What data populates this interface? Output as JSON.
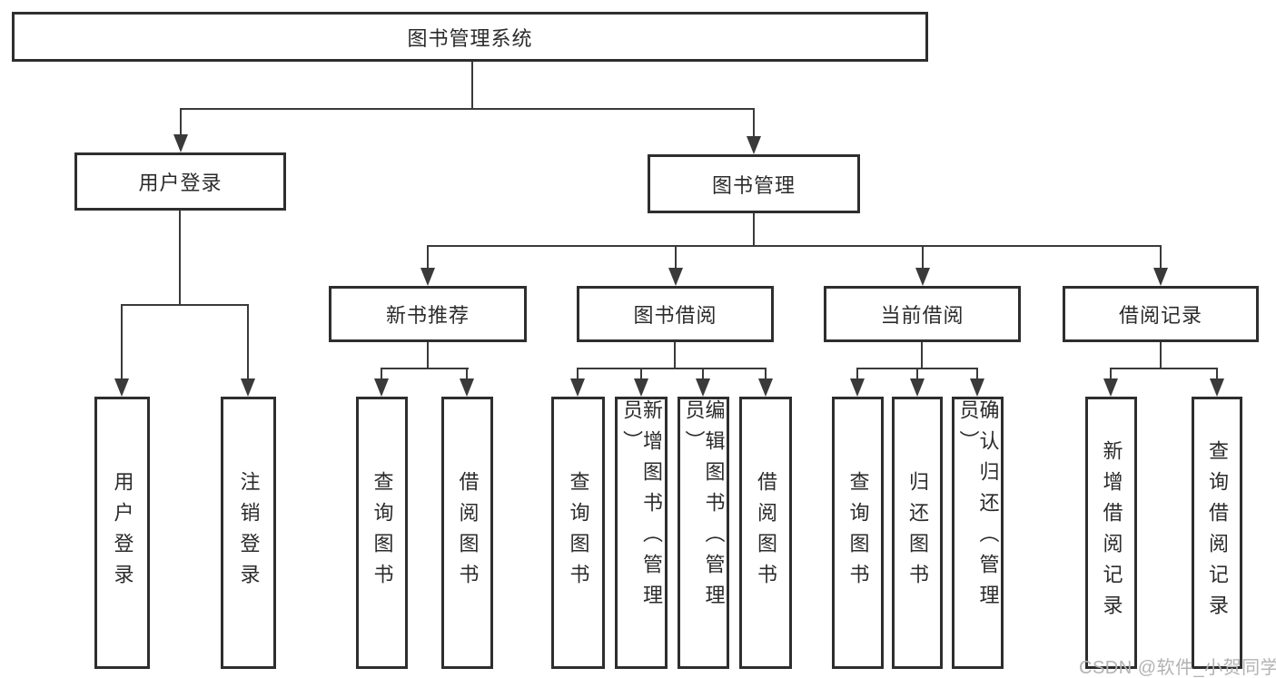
{
  "watermark": "CSDN @软件_小贺同学",
  "colors": {
    "line": "#3a3a3a",
    "box_border": "#2e2e2e",
    "text": "#2b2b2b",
    "watermark": "#b3b3b3",
    "background": "#ffffff"
  },
  "tree": {
    "root": "图书管理系统",
    "branches": [
      {
        "label": "用户登录",
        "leaves": [
          "用户登录",
          "注销登录"
        ]
      },
      {
        "label": "图书管理",
        "children": [
          {
            "label": "新书推荐",
            "leaves": [
              "查询图书",
              "借阅图书"
            ]
          },
          {
            "label": "图书借阅",
            "leaves": [
              "查询图书",
              "新增图书（管理员）",
              "编辑图书（管理员）",
              "借阅图书"
            ]
          },
          {
            "label": "当前借阅",
            "leaves": [
              "查询图书",
              "归还图书",
              "确认归还（管理员）"
            ]
          },
          {
            "label": "借阅记录",
            "leaves": [
              "新增借阅记录",
              "查询借阅记录"
            ]
          }
        ]
      }
    ]
  }
}
